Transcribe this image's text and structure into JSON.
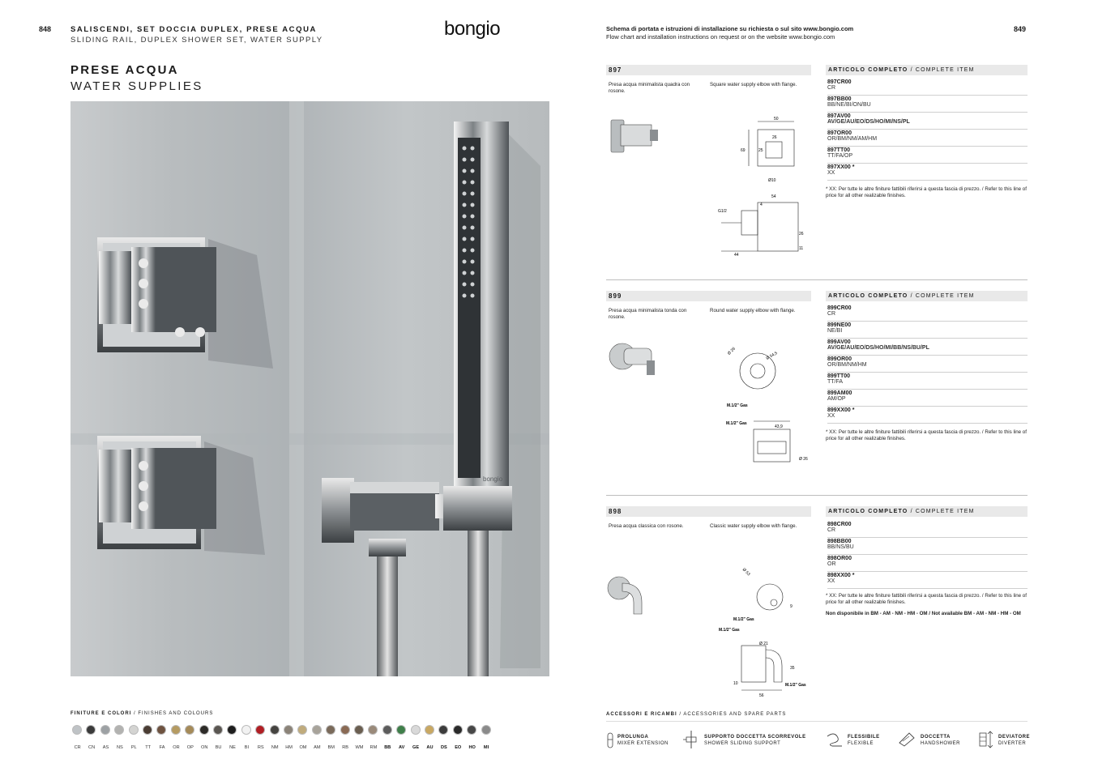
{
  "header": {
    "left_page_number": "848",
    "right_page_number": "849",
    "title_it": "SALISCENDI, SET DOCCIA DUPLEX, PRESE ACQUA",
    "title_en": "SLIDING RAIL, DUPLEX SHOWER SET, WATER SUPPLY",
    "logo": "bongio",
    "right_note_it": "Schema di portata e istruzioni di installazione su richiesta o sul sito www.bongio.com",
    "right_note_en": "Flow chart and installation instructions on request or on the website www.bongio.com"
  },
  "section": {
    "title_it": "PRESE ACQUA",
    "title_en": "WATER SUPPLIES",
    "photo_label": "bongio"
  },
  "products": [
    {
      "code": "897",
      "desc_it": "Presa acqua minimalista quadra con rosone.",
      "desc_en": "Square water supply elbow with flange.",
      "article_head_it": "ARTICOLO COMPLETO",
      "article_head_en": "COMPLETE ITEM",
      "items": [
        {
          "code": "897CR00",
          "fin": "CR"
        },
        {
          "code": "897BB00",
          "fin": "BB/NE/BI/ON/BU"
        },
        {
          "code": "897AV00",
          "fin": "AV/GE/AU/EO/DS/HO/MI/NS/PL"
        },
        {
          "code": "897OR00",
          "fin": "OR/BM/NM/AM/HM"
        },
        {
          "code": "897TT00",
          "fin": "TT/FA/OP"
        },
        {
          "code": "897XX00 *",
          "fin": "XX"
        }
      ],
      "note": "* XX: Per tutte le altre finiture fattibili riferirsi a questa fascia di prezzo. / Refer to this line of price for all other realizable finishes.",
      "dims": [
        "50",
        "26",
        "69",
        "25",
        "Ø10",
        "54",
        "4",
        "G1/2",
        "26",
        "44",
        "11"
      ]
    },
    {
      "code": "899",
      "desc_it": "Presa acqua minimalista tonda con rosone.",
      "desc_en": "Round water supply elbow with flange.",
      "article_head_it": "ARTICOLO COMPLETO",
      "article_head_en": "COMPLETE ITEM",
      "items": [
        {
          "code": "899CR00",
          "fin": "CR"
        },
        {
          "code": "899NE00",
          "fin": "NE/BI"
        },
        {
          "code": "899AV00",
          "fin": "AV/GE/AU/EO/DS/HO/MI/BB/NS/BU/PL"
        },
        {
          "code": "899OR00",
          "fin": "OR/BM/NM/HM"
        },
        {
          "code": "899TT00",
          "fin": "TT/FA"
        },
        {
          "code": "899AM00",
          "fin": "AM/OP"
        },
        {
          "code": "899XX00 *",
          "fin": "XX"
        }
      ],
      "note": "* XX: Per tutte le altre finiture fattibili riferirsi a questa fascia di prezzo. / Refer to this line of price for all other realizable finishes.",
      "dims": [
        "Ø 26",
        "Ø 54,5",
        "M.1/2\" Gas",
        "M.1/2\" Gas",
        "43,9",
        "Ø 26"
      ]
    },
    {
      "code": "898",
      "desc_it": "Presa acqua classica con rosone.",
      "desc_en": "Classic water supply elbow with flange.",
      "article_head_it": "ARTICOLO COMPLETO",
      "article_head_en": "COMPLETE ITEM",
      "items": [
        {
          "code": "898CR00",
          "fin": "CR"
        },
        {
          "code": "898BB00",
          "fin": "BB/NS/BU"
        },
        {
          "code": "898OR00",
          "fin": "OR"
        },
        {
          "code": "898XX00 *",
          "fin": "XX"
        }
      ],
      "note": "* XX: Per tutte le altre finiture fattibili riferirsi a questa fascia di prezzo. / Refer to this line of price for all other realizable finishes.",
      "note2": "Non disponibile in BM - AM - NM - HM - OM  / Not available BM - AM - NM - HM - OM",
      "dims": [
        "Ø 53",
        "9",
        "M.1/2\" Gas",
        "M.1/2\" Gas",
        "Ø 21",
        "35",
        "10",
        "M.1/2\" Gas",
        "56"
      ]
    }
  ],
  "finishes": {
    "title_it": "FINITURE E COLORI",
    "title_en": "FINISHES AND COLOURS",
    "items": [
      {
        "label": "CR",
        "color": "#bfc3c6",
        "bold": false
      },
      {
        "label": "CN",
        "color": "#3a3a3a",
        "bold": false
      },
      {
        "label": "AS",
        "color": "#9da1a4",
        "bold": false
      },
      {
        "label": "NS",
        "color": "#b2b2b0",
        "bold": false
      },
      {
        "label": "PL",
        "color": "#d4d4d2",
        "bold": false
      },
      {
        "label": "TT",
        "color": "#4a3c33",
        "bold": false
      },
      {
        "label": "FA",
        "color": "#6e5240",
        "bold": false
      },
      {
        "label": "OR",
        "color": "#b59b62",
        "bold": false
      },
      {
        "label": "OP",
        "color": "#a58a58",
        "bold": false
      },
      {
        "label": "ON",
        "color": "#2d2b28",
        "bold": false
      },
      {
        "label": "BU",
        "color": "#5a5651",
        "bold": false
      },
      {
        "label": "NE",
        "color": "#1d1d1d",
        "bold": false
      },
      {
        "label": "BI",
        "color": "#f2f2f2",
        "bold": false
      },
      {
        "label": "RS",
        "color": "#b11e24",
        "bold": false
      },
      {
        "label": "NM",
        "color": "#454340",
        "bold": false
      },
      {
        "label": "HM",
        "color": "#8b8378",
        "bold": false
      },
      {
        "label": "OM",
        "color": "#c0ab7c",
        "bold": false
      },
      {
        "label": "AM",
        "color": "#a8a39a",
        "bold": false
      },
      {
        "label": "BM",
        "color": "#7a6a5a",
        "bold": false
      },
      {
        "label": "RB",
        "color": "#8a6a54",
        "bold": false
      },
      {
        "label": "WM",
        "color": "#6a5e50",
        "bold": false
      },
      {
        "label": "RM",
        "color": "#9a8a7a",
        "bold": false
      },
      {
        "label": "BB",
        "color": "#5c5c5c",
        "bold": true
      },
      {
        "label": "AV",
        "color": "#3f7f4a",
        "bold": true
      },
      {
        "label": "GE",
        "color": "#d9d9d9",
        "bold": true
      },
      {
        "label": "AU",
        "color": "#c9a862",
        "bold": true
      },
      {
        "label": "DS",
        "color": "#3c3c3c",
        "bold": true
      },
      {
        "label": "EO",
        "color": "#2a2a2a",
        "bold": true
      },
      {
        "label": "HO",
        "color": "#474747",
        "bold": true
      },
      {
        "label": "MI",
        "color": "#8a8a8a",
        "bold": true
      }
    ]
  },
  "accessories": {
    "title_it": "ACCESSORI E RICAMBI",
    "title_en": "ACCESSORIES AND SPARE PARTS",
    "items": [
      {
        "it": "PROLUNGA",
        "en": "MIXER EXTENSION"
      },
      {
        "it": "SUPPORTO DOCCETTA SCORREVOLE",
        "en": "SHOWER SLIDING SUPPORT"
      },
      {
        "it": "FLESSIBILE",
        "en": "FLEXIBLE"
      },
      {
        "it": "DOCCETTA",
        "en": "HANDSHOWER"
      },
      {
        "it": "DEVIATORE",
        "en": "DIVERTER"
      }
    ]
  }
}
